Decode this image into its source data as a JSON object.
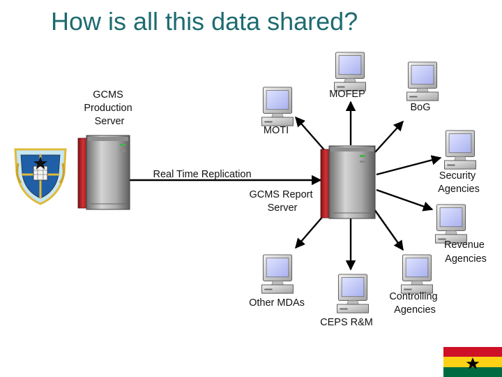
{
  "title": "How is all this data shared?",
  "colors": {
    "title": "#1d6b70",
    "server_red": "#c0262b",
    "monitor_blue": "#c8cef6",
    "flag_red": "#ce1126",
    "flag_gold": "#fcd116",
    "flag_green": "#006b3f"
  },
  "nodes": {
    "production_server": [
      "GCMS",
      "Production",
      "Server"
    ],
    "report_server": [
      "GCMS Report",
      "Server"
    ],
    "replication_label": "Real Time Replication",
    "moti": "MOTI",
    "mofep": "MOFEP",
    "bog": "BoG",
    "security": [
      "Security",
      "Agencies"
    ],
    "revenue": [
      "Revenue",
      "Agencies"
    ],
    "controlling": [
      "Controlling",
      "Agencies"
    ],
    "ceps": "CEPS R&M",
    "other_mdas": "Other MDAs"
  },
  "images": {
    "emblem": "ghana-coat-of-arms",
    "flag": "ghana-flag"
  }
}
